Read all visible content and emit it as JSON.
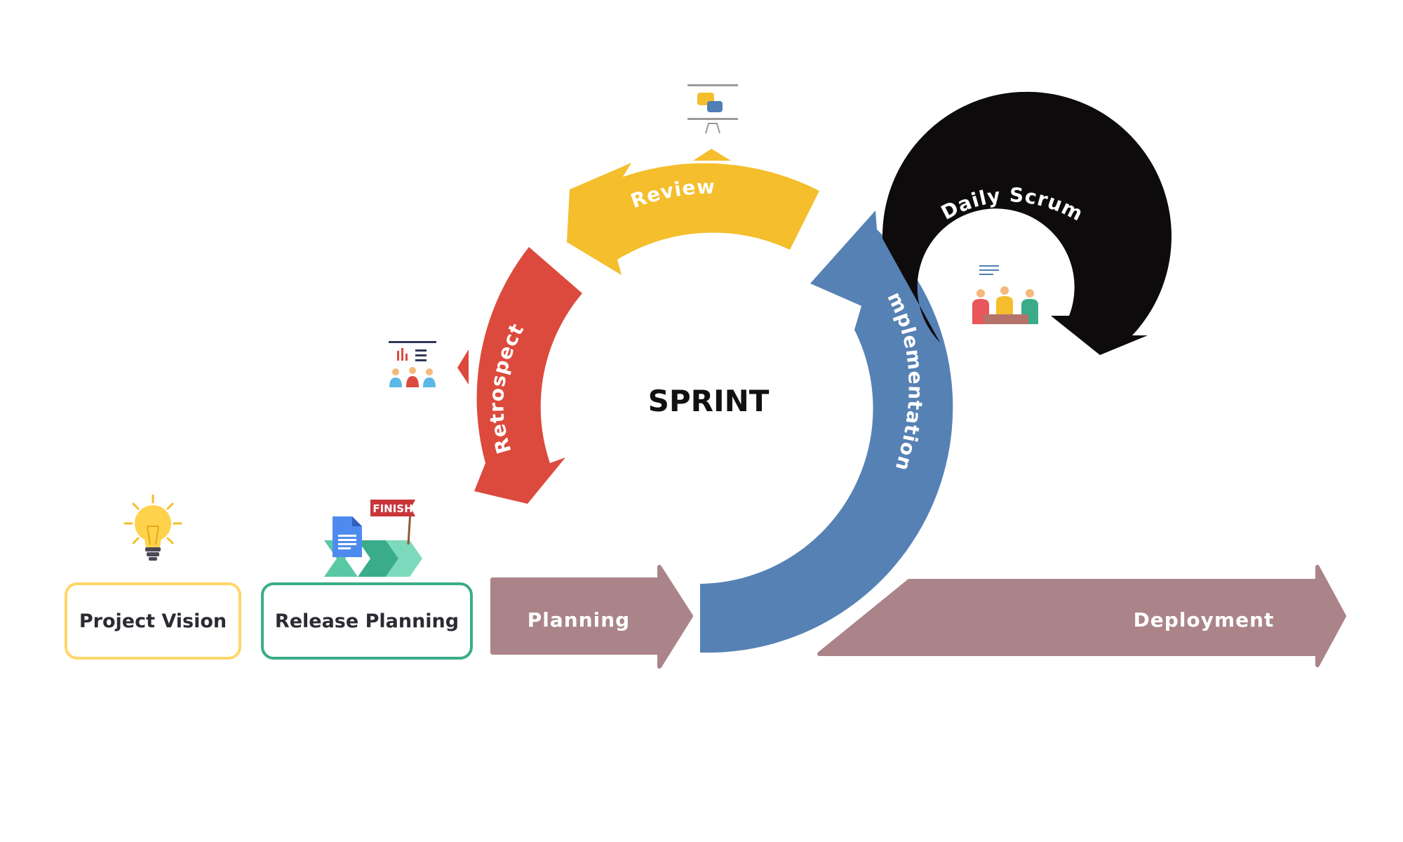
{
  "center": {
    "title": "SPRINT"
  },
  "boxes": {
    "project_vision": "Project Vision",
    "release_planning": "Release Planning"
  },
  "flow": {
    "planning": "Planning",
    "deployment": "Deployment"
  },
  "cycle": {
    "review": "Review",
    "retrospect": "Retrospect",
    "implementation": "Implementation",
    "daily_scrum": "Daily Scrum"
  },
  "flag": {
    "text": "FINISH"
  },
  "icons": {
    "vision": "lightbulb-icon",
    "release": "document-finish-flag-icon",
    "review": "presentation-board-icon",
    "retrospect": "team-meeting-chart-icon",
    "daily_scrum": "team-standup-icon"
  },
  "colors": {
    "review": "#F4BE2C",
    "retrospect": "#DC4A3D",
    "implementation": "#5681B4",
    "daily_scrum": "#0E0B0C",
    "flow_arrows": "#AA8489",
    "vision_border": "#FFD667",
    "release_border": "#3AAC8A"
  }
}
